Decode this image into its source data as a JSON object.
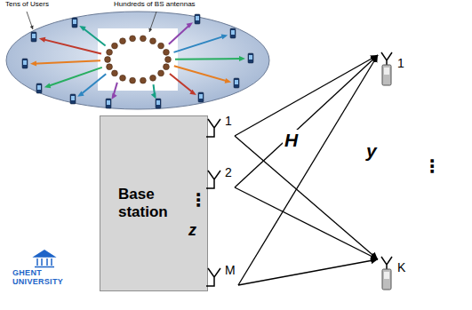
{
  "diagram": {
    "nodes": [
      {
        "text": [
          "Base station"
        ]
      },
      {
        "text": [
          "1"
        ]
      },
      {
        "text": [
          "2"
        ]
      },
      {
        "text": [
          "M"
        ]
      },
      {
        "text": [
          "1"
        ]
      },
      {
        "text": [
          "K"
        ]
      }
    ],
    "edges": [
      {
        "from": 1,
        "to": 4,
        "arrow": "to"
      },
      {
        "from": 1,
        "to": 5,
        "arrow": "to"
      },
      {
        "from": 2,
        "to": 4,
        "arrow": "to"
      },
      {
        "from": 2,
        "to": 5,
        "arrow": "to"
      },
      {
        "from": 3,
        "to": 4,
        "arrow": "to"
      },
      {
        "from": 3,
        "to": 5,
        "arrow": "to"
      }
    ],
    "labels": [
      "Tens of Users",
      "Hundreds of BS antennas",
      "z",
      "⋮",
      "H",
      "y",
      "⋮",
      "GHENT UNIVERSITY"
    ]
  }
}
